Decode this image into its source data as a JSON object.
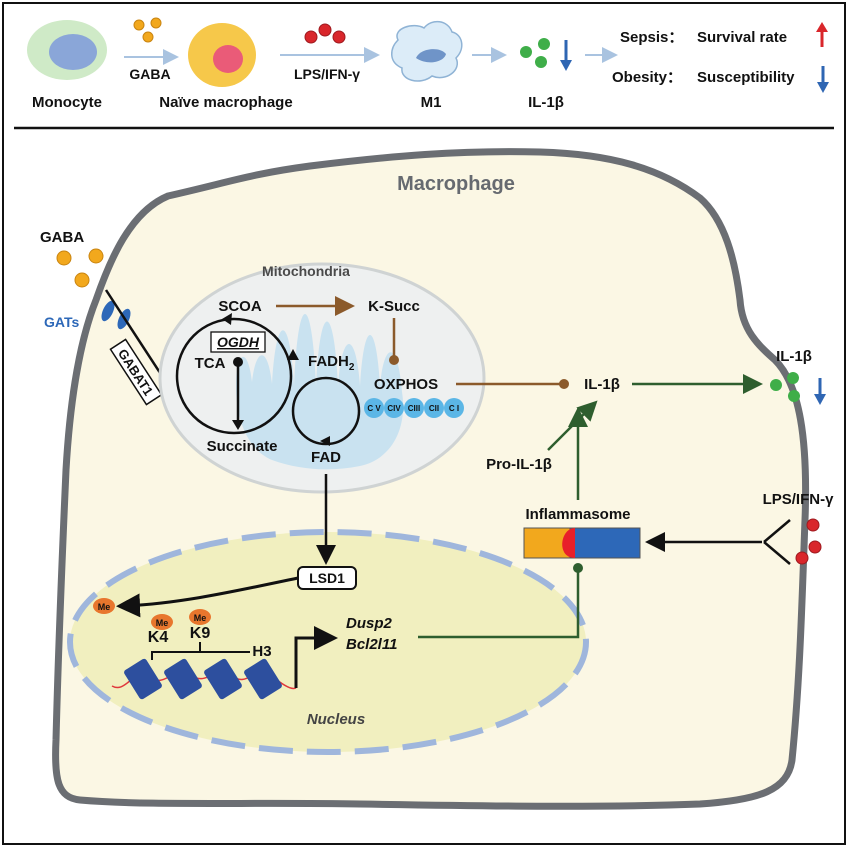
{
  "top_panel": {
    "monocyte": "Monocyte",
    "gaba": "GABA",
    "naive_macrophage": "Naïve macrophage",
    "lps_ifn": "LPS/IFN-γ",
    "m1": "M1",
    "il1b": "IL-1β",
    "sepsis": "Sepsis：",
    "survival": "Survival rate",
    "obesity": "Obesity：",
    "susceptibility": "Susceptibility"
  },
  "cell": {
    "macrophage": "Macrophage",
    "gaba": "GABA",
    "gats": "GATs",
    "gabat1": "GABAT1",
    "mitochondria": "Mitochondria",
    "scoa": "SCOA",
    "k_succ": "K-Succ",
    "tca": "TCA",
    "ogdh": "OGDH",
    "fadh2": "FADH",
    "fadh2_sub": "2",
    "succinate": "Succinate",
    "fad": "FAD",
    "oxphos": "OXPHOS",
    "complexes": [
      "C V",
      "CIV",
      "CIII",
      "CII",
      "C I"
    ],
    "il1b_inner": "IL-1β",
    "il1b_outer": "IL-1β",
    "pro_il1b": "Pro-IL-1β",
    "inflammasome": "Inflammasome",
    "lps_ifn": "LPS/IFN-γ",
    "lsd1": "LSD1",
    "me": "Me",
    "k4": "K4",
    "k9": "K9",
    "h3": "H3",
    "dusp2": "Dusp2",
    "bcl2l11": "Bcl2l11",
    "nucleus": "Nucleus"
  },
  "colors": {
    "green_dot": "#3fae49",
    "red_dot": "#d9262b",
    "orange_dot": "#f2a81d",
    "blue_arrow": "#2f66b3",
    "brown": "#8b5a2b",
    "dark_green": "#2e5e2e",
    "cell_fill": "#fbf7e4",
    "cell_border": "#6b6e73",
    "nucleus_fill": "#f1efbf",
    "nucleus_border": "#9fb6dc",
    "mito_fill": "#eef0f0",
    "mito_cristae": "#bfdff0"
  },
  "icons": [
    "up-arrow-icon",
    "down-arrow-icon"
  ]
}
